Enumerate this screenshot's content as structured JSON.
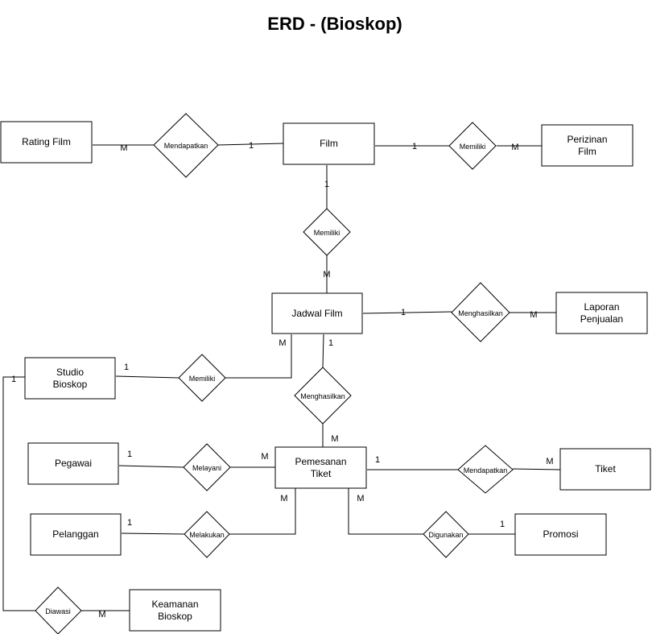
{
  "title": "ERD - (Bioskop)",
  "entities": {
    "rating_film": [
      "Rating Film"
    ],
    "film": [
      "Film"
    ],
    "perizinan_film": [
      "Perizinan",
      "Film"
    ],
    "jadwal_film": [
      "Jadwal Film"
    ],
    "laporan_penjualan": [
      "Laporan",
      "Penjualan"
    ],
    "studio_bioskop": [
      "Studio",
      "Bioskop"
    ],
    "pegawai": [
      "Pegawai"
    ],
    "pemesanan_tiket": [
      "Pemesanan",
      "Tiket"
    ],
    "tiket": [
      "Tiket"
    ],
    "pelanggan": [
      "Pelanggan"
    ],
    "promosi": [
      "Promosi"
    ],
    "keamanan_bioskop": [
      "Keamanan",
      "Bioskop"
    ]
  },
  "relationships": {
    "rating_film_mendapatkan": "Mendapatkan",
    "film_memiliki_perizinan": "Memiliki",
    "film_memiliki_jadwal": "Memiliki",
    "jadwal_menghasilkan_laporan": "Menghasilkan",
    "studio_memiliki_jadwal": "Memiliki",
    "jadwal_menghasilkan_pemesanan": "Menghasilkan",
    "pegawai_melayani": "Melayani",
    "pemesanan_mendapatkan_tiket": "Mendapatkan",
    "pelanggan_melakukan": "Melakukan",
    "promosi_digunakan": "Digunakan",
    "studio_diawasi": "Diawasi"
  },
  "cardinalities": {
    "rating_film_side": "M",
    "film_rating_side": "1",
    "film_perizinan_side": "1",
    "perizinan_side": "M",
    "film_jadwal_side": "1",
    "jadwal_film_side": "M",
    "jadwal_laporan_side": "1",
    "laporan_side": "M",
    "jadwal_studio_side": "M",
    "studio_jadwal_side": "1",
    "jadwal_pemesanan_side": "1",
    "pemesanan_jadwal_side": "M",
    "pegawai_side": "1",
    "pemesanan_pegawai_side": "M",
    "pemesanan_tiket_side": "1",
    "tiket_side": "M",
    "pelanggan_side": "1",
    "pemesanan_pelanggan_side": "M",
    "pemesanan_promosi_side": "M",
    "promosi_side": "1",
    "studio_keamanan_side": "1",
    "keamanan_side": "M"
  }
}
